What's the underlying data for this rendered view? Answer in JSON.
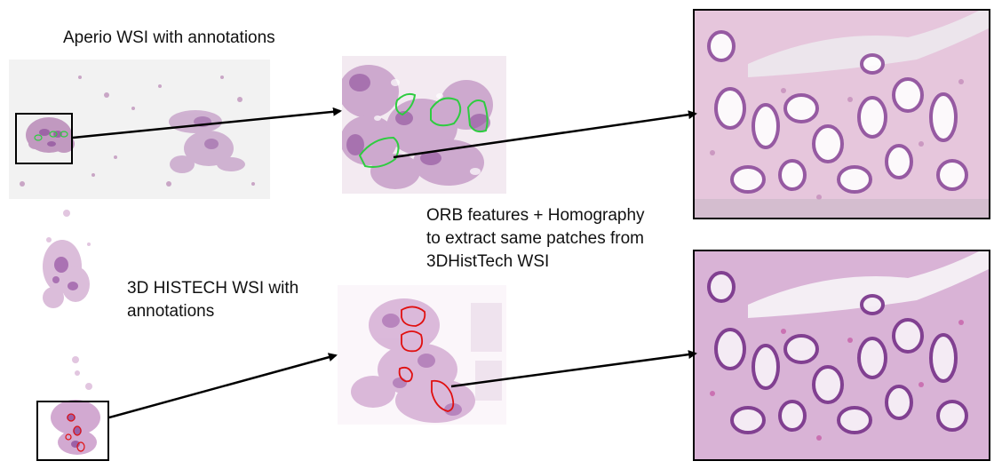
{
  "labels": {
    "aperio": "Aperio WSI with annotations",
    "histech_line1": "3D HISTECH WSI with",
    "histech_line2": "annotations",
    "orb_line1": "ORB features + Homography",
    "orb_line2": "to extract same patches from",
    "orb_line3": "3DHistTech WSI"
  },
  "colors": {
    "aperio_annotation": "#2ecc40",
    "histech_annotation": "#e01010",
    "he_pink": "#e6c6dc",
    "he_purple": "#8e4f9c",
    "he_background": "#fbf4f8"
  }
}
